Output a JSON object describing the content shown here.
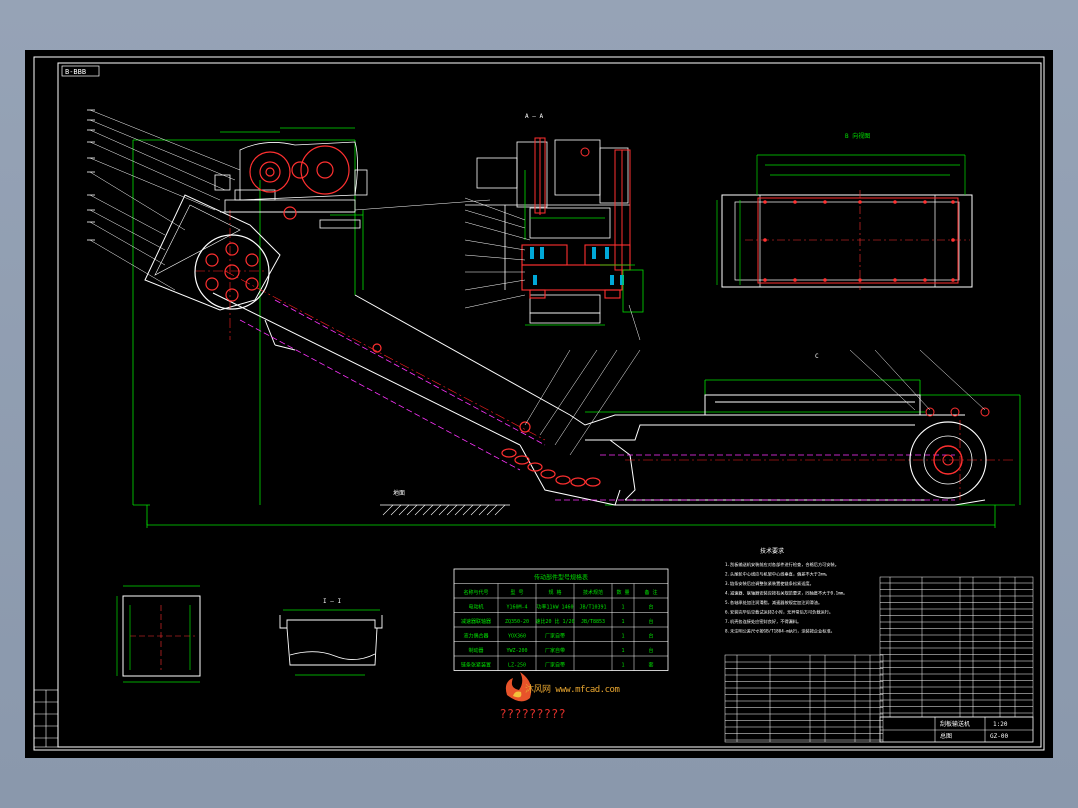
{
  "drawing": {
    "corner_tag": "B-BBB",
    "section_a": "A — A",
    "view_b": "B 向视图",
    "section_1": "I — I",
    "view_1": "I",
    "ground": "地面",
    "view_c": "C"
  },
  "spec_table": {
    "title": "传动部件型号规格表",
    "headers": [
      "名称与代号",
      "型 号",
      "规 格",
      "技术规范",
      "数 量",
      "备 注"
    ],
    "rows": [
      [
        "电动机",
        "Y160M-4",
        "功率11kW 1460",
        "JB/T10391",
        "1",
        "台"
      ],
      [
        "减速器联轴器",
        "ZQ350-20",
        "速比20 比 1/20",
        "JB/T8853",
        "1",
        "台"
      ],
      [
        "液力偶合器",
        "YOX360",
        "厂家自带",
        "",
        "1",
        "台"
      ],
      [
        "制动器",
        "YWZ-200",
        "厂家自带",
        "",
        "1",
        "台"
      ],
      [
        "链条张紧装置",
        "LZ-250",
        "厂家自带",
        "",
        "1",
        "套"
      ]
    ]
  },
  "notes": {
    "title": "技术要求",
    "lines": [
      "1.刮板输送机安装前应对各部件进行检查，合格后方可安装。",
      "2.头尾轮中心线应与机架中心线垂直，偏差不大于2mm。",
      "3.链条安装后应调整张紧装置使链条松紧适度。",
      "4.减速器、联轴器安装应按有关规范要求，同轴度不大于0.1mm。",
      "5.各轴承处加注润滑脂，减速器按规定加注润滑油。",
      "6.安装完毕后空载试运转2小时，无异常后方可负载运行。",
      "7.机壳各连接处应密封良好，不得漏料。",
      "8.未注明公差尺寸按GB/T1804-m执行，涂装按企业标准。"
    ]
  },
  "title_block": {
    "name": "刮板输送机",
    "drawing_no": "GZ-00",
    "scale": "1:20",
    "mark": "总图"
  },
  "watermark": {
    "logo_text": "沐风网 www.mfcad.com",
    "caption": "?????????"
  }
}
